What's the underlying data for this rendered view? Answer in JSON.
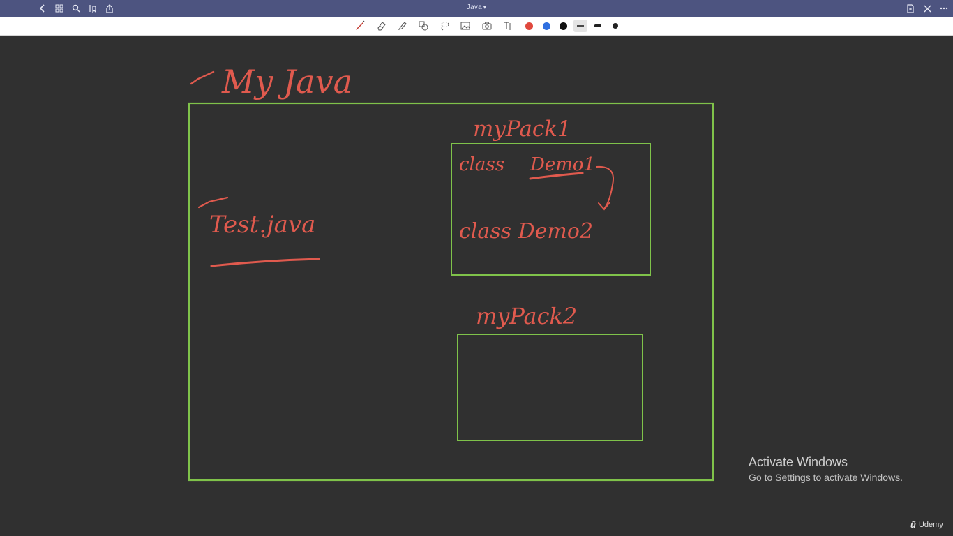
{
  "titlebar": {
    "title": "Java",
    "left_icons": [
      "back-icon",
      "grid-icon",
      "search-icon",
      "bookmark-icon",
      "share-icon"
    ],
    "right_icons": [
      "document-icon",
      "close-icon",
      "more-icon"
    ]
  },
  "toolbar": {
    "tools": [
      "pen-icon",
      "eraser-icon",
      "highlighter-icon",
      "shapes-icon",
      "lasso-icon",
      "image-icon",
      "camera-icon",
      "text-icon"
    ],
    "colors": [
      "#e0483d",
      "#2f6fe0",
      "#111111"
    ],
    "stroke_widths": [
      "thin",
      "medium",
      "thick"
    ]
  },
  "drawing": {
    "title": "My Java",
    "file": "Test.java",
    "pack1": {
      "label": "myPack1",
      "class1": "class",
      "class1_name": "Demo1",
      "class2": "class Demo2"
    },
    "pack2": {
      "label": "myPack2"
    },
    "ink_color": "#e05a4e",
    "box_color": "#7fc24a"
  },
  "watermark": {
    "heading": "Activate Windows",
    "sub": "Go to Settings to activate Windows."
  },
  "brand": {
    "name": "Udemy"
  }
}
